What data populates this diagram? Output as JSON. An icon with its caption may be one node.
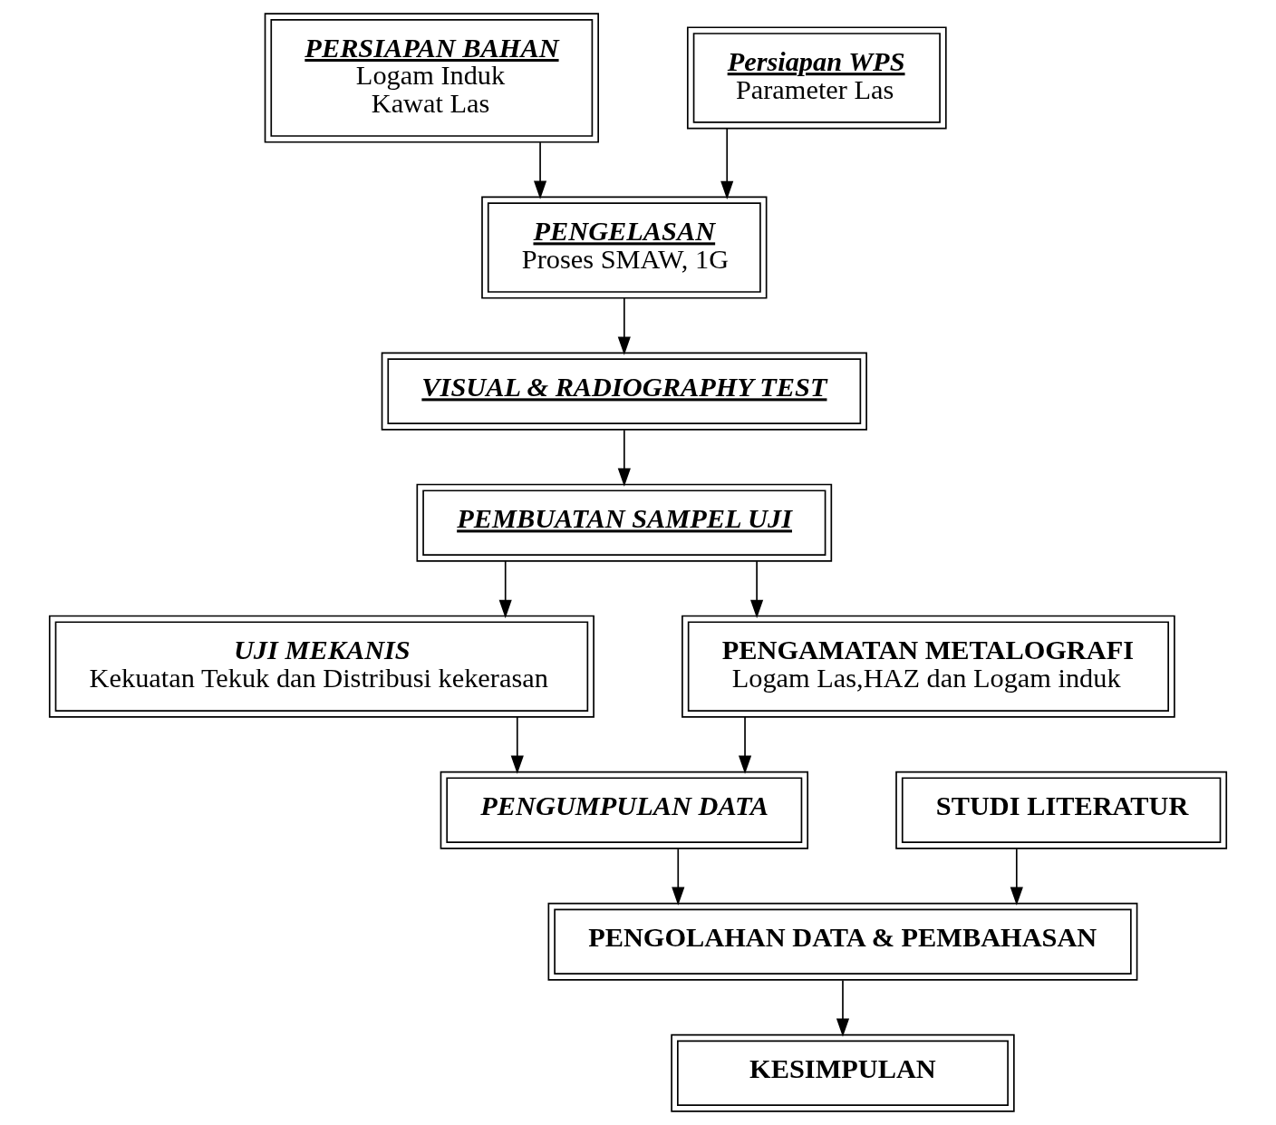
{
  "diagram": {
    "nodes": [
      {
        "text": [
          "PERSIAPAN BAHAN",
          "Logam Induk",
          "Kawat Las"
        ]
      },
      {
        "text": [
          "Persiapan WPS",
          "Parameter Las"
        ]
      },
      {
        "text": [
          "PENGELASAN",
          "Proses SMAW, 1G"
        ]
      },
      {
        "text": [
          "VISUAL & RADIOGRAPHY TEST"
        ]
      },
      {
        "text": [
          "PEMBUATAN SAMPEL UJI"
        ]
      },
      {
        "text": [
          "UJI MEKANIS",
          "Kekuatan Tekuk dan Distribusi kekerasan"
        ]
      },
      {
        "text": [
          "PENGAMATAN METALOGRAFI",
          "Logam Las,HAZ dan Logam induk"
        ]
      },
      {
        "text": [
          "PENGUMPULAN DATA"
        ]
      },
      {
        "text": [
          "STUDI LITERATUR"
        ]
      },
      {
        "text": [
          "PENGOLAHAN DATA & PEMBAHASAN"
        ]
      },
      {
        "text": [
          "KESIMPULAN"
        ]
      }
    ],
    "edges": [
      {
        "from": 0,
        "to": 2,
        "arrow": "to"
      },
      {
        "from": 1,
        "to": 2,
        "arrow": "to"
      },
      {
        "from": 2,
        "to": 3,
        "arrow": "to"
      },
      {
        "from": 3,
        "to": 4,
        "arrow": "to"
      },
      {
        "from": 4,
        "to": 5,
        "arrow": "to"
      },
      {
        "from": 4,
        "to": 6,
        "arrow": "to"
      },
      {
        "from": 5,
        "to": 7,
        "arrow": "to"
      },
      {
        "from": 6,
        "to": 7,
        "arrow": "to"
      },
      {
        "from": 7,
        "to": 9,
        "arrow": "to"
      },
      {
        "from": 8,
        "to": 9,
        "arrow": "to"
      },
      {
        "from": 9,
        "to": 10,
        "arrow": "to"
      }
    ]
  }
}
